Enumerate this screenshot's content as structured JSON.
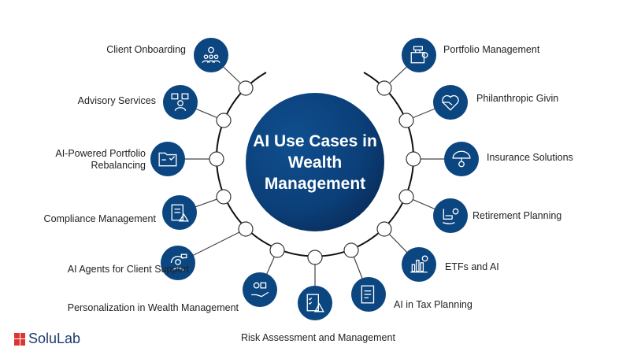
{
  "title": "AI Use Cases in Wealth Management",
  "brand": "SoluLab",
  "colors": {
    "accent": "#0b4680",
    "hub_dark": "#071f45",
    "logo_red": "#d33333"
  },
  "items": [
    {
      "label": "Client Onboarding",
      "icon": "team-gear-icon"
    },
    {
      "label": "Advisory Services",
      "icon": "advisor-icon"
    },
    {
      "label": "AI-Powered Portfolio Rebalancing",
      "icon": "folder-check-icon"
    },
    {
      "label": "Compliance Management",
      "icon": "clipboard-warning-icon"
    },
    {
      "label": "AI Agents for Client Support",
      "icon": "support-agent-icon"
    },
    {
      "label": "Personalization in Wealth Management",
      "icon": "hand-assets-icon"
    },
    {
      "label": "Risk Assessment and Management",
      "icon": "checklist-warning-icon"
    },
    {
      "label": "AI in Tax Planning",
      "icon": "tax-document-icon"
    },
    {
      "label": "ETFs and AI",
      "icon": "bar-chart-icon"
    },
    {
      "label": "Retirement Planning",
      "icon": "rocking-chair-icon"
    },
    {
      "label": "Insurance Solutions",
      "icon": "umbrella-icon"
    },
    {
      "label": "Philanthropic Givin",
      "icon": "heart-hand-icon"
    },
    {
      "label": "Portfolio Management",
      "icon": "briefcase-icon"
    }
  ]
}
